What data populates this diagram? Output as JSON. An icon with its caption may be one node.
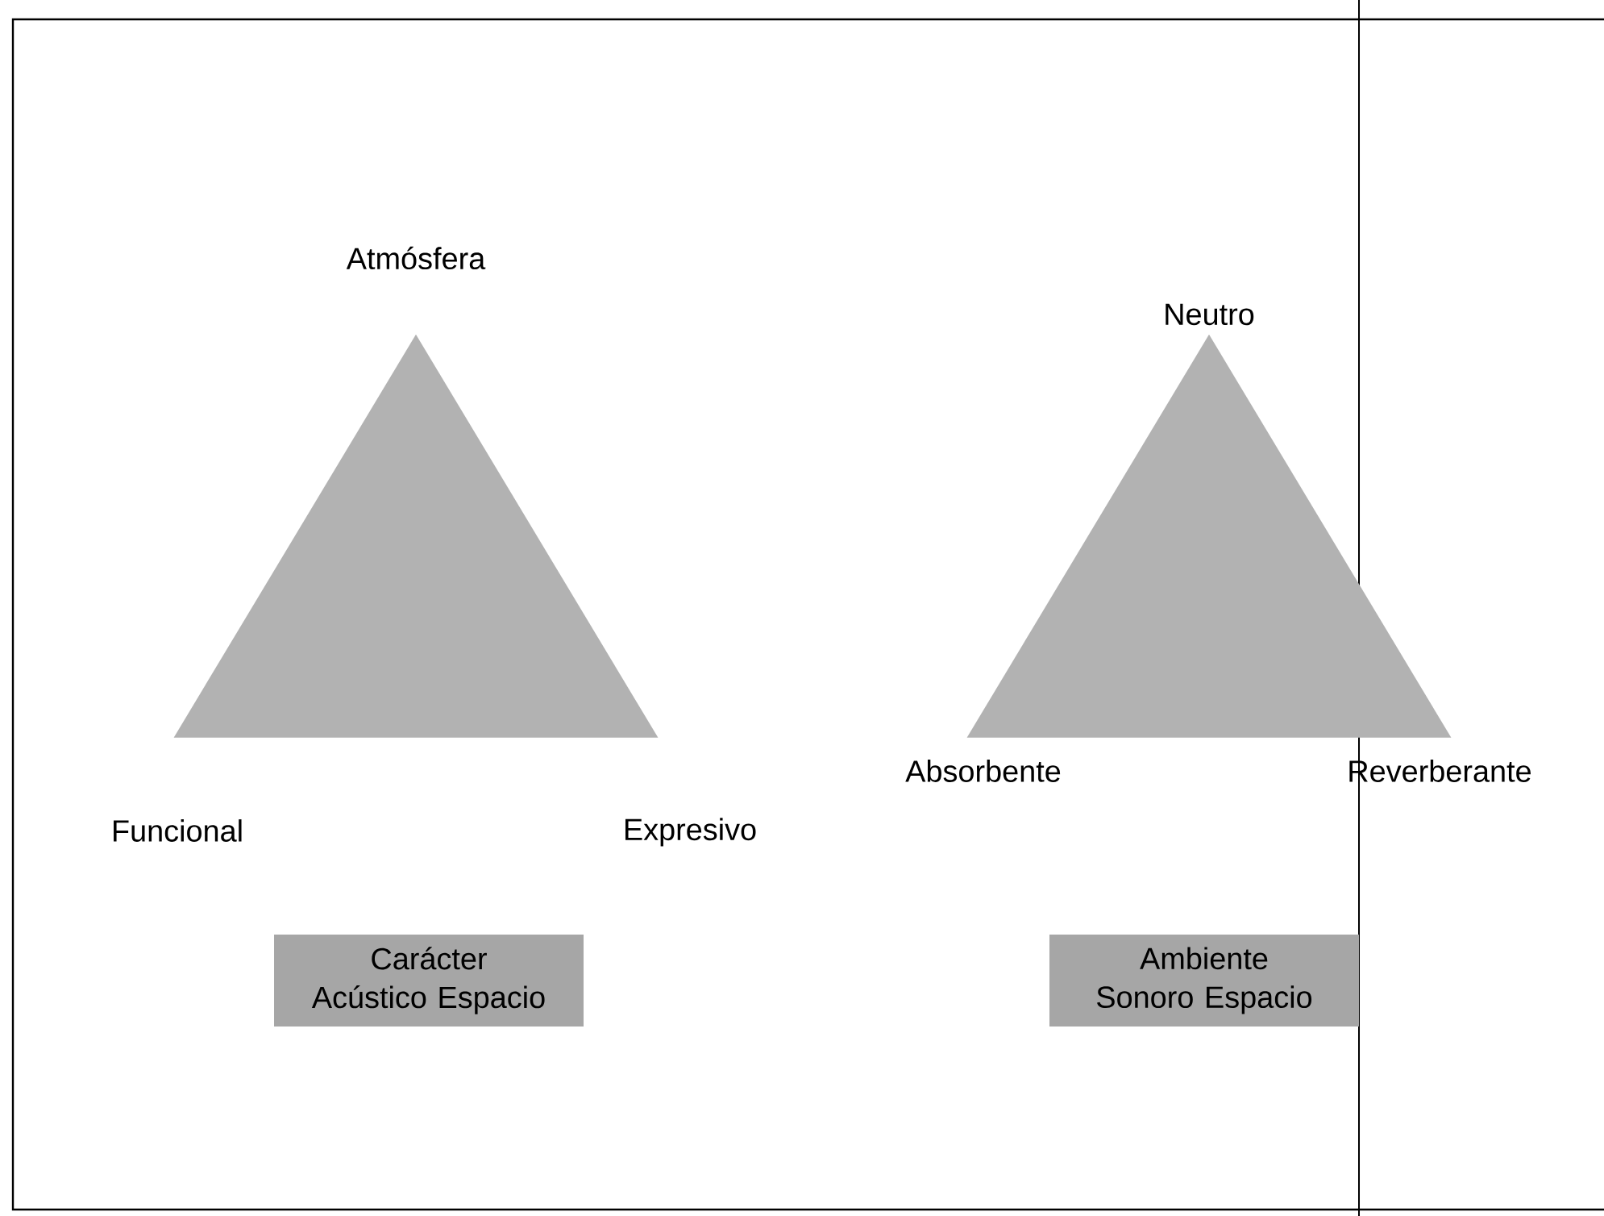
{
  "diagram": {
    "nodes": [
      {
        "text": [],
        "shape": "triangle"
      },
      {
        "text": [],
        "shape": "triangle"
      },
      {
        "text": [
          "Carácter Acústico Espacio"
        ]
      },
      {
        "text": [
          "Ambiente Sonoro Espacio"
        ]
      }
    ],
    "labels": [
      "Atmósfera",
      "Neutro",
      "Absorbente",
      "Reverberante",
      "Funcional",
      "Expresivo"
    ]
  }
}
